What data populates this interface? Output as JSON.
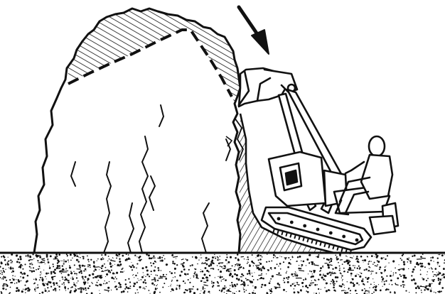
{
  "figure": {
    "type": "line-art illustration",
    "ink_color": "#111111",
    "paper_color": "#ffffff",
    "elements": [
      "rock-face",
      "overhang-hatching",
      "cut-line",
      "direction-arrow",
      "excavator",
      "operator",
      "crawler-track",
      "ground-speckle"
    ]
  }
}
